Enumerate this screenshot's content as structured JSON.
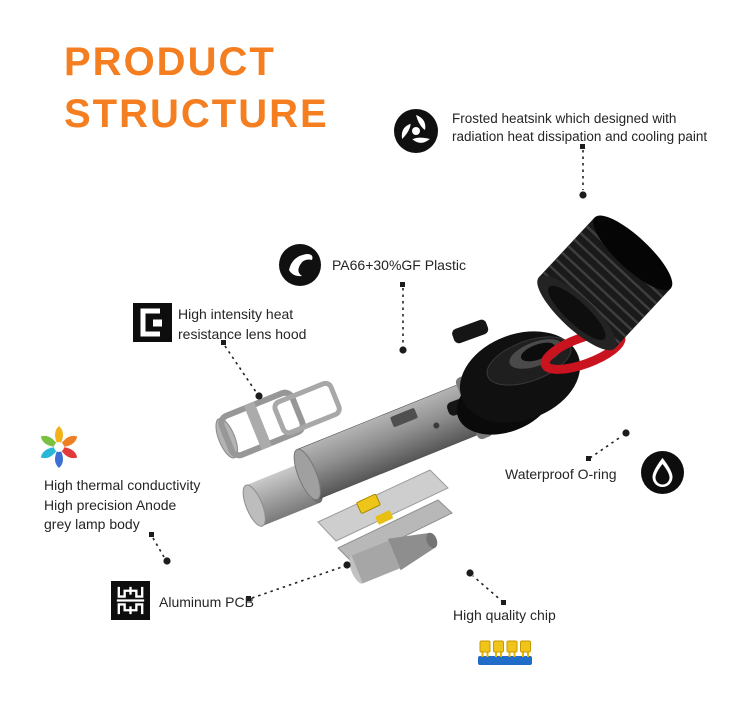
{
  "title": {
    "line1": "PRODUCT",
    "line2": "STRUCTURE"
  },
  "colors": {
    "accent_orange": "#f57e20",
    "label_text": "#252525",
    "oring_red": "#c9131f",
    "chip_yellow": "#f0c419",
    "chip_blue": "#1f6cc9"
  },
  "labels": {
    "heatsink": {
      "line1": "Frosted heatsink which designed with",
      "line2": "radiation heat dissipation and cooling paint",
      "icon": "heatsink-swirl-icon"
    },
    "plastic": {
      "text": "PA66+30%GF Plastic",
      "icon": "plastic-swirl-icon"
    },
    "lens_hood": {
      "line1": "High intensity heat",
      "line2": "resistance lens hood",
      "icon": "lens-hood-bracket-icon"
    },
    "lamp_body": {
      "line1": "High thermal conductivity",
      "line2": "High precision Anode",
      "line3": "grey lamp body",
      "icon": "multicolor-swirl-icon"
    },
    "oring": {
      "text": "Waterproof O-ring",
      "icon": "water-drop-icon"
    },
    "pcb": {
      "text": "Aluminum PCB",
      "icon": "ornate-lattice-icon"
    },
    "chip": {
      "text": "High quality chip",
      "icon": "led-chip-icon"
    }
  },
  "diagram": {
    "parts": [
      "frosted-heatsink",
      "waterproof-o-ring",
      "pa66-plastic-collar",
      "lens-hood-clips",
      "anode-grey-lamp-body-tube",
      "aluminum-pcb-plate",
      "led-chip",
      "base-connector"
    ]
  }
}
